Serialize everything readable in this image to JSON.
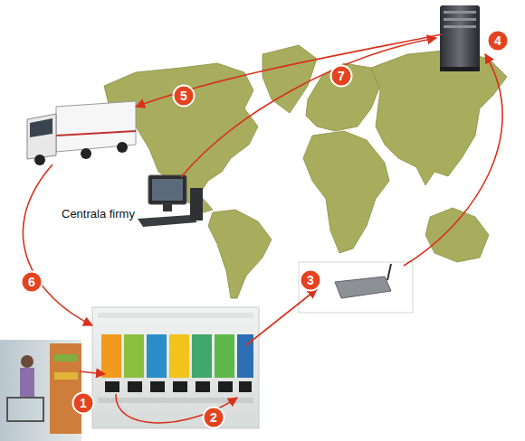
{
  "diagram": {
    "nodes": [
      {
        "text": [
          "1"
        ]
      },
      {
        "text": [
          "2"
        ]
      },
      {
        "text": [
          "3"
        ]
      },
      {
        "text": [
          "4"
        ]
      },
      {
        "text": [
          "5"
        ]
      },
      {
        "text": [
          "6"
        ]
      },
      {
        "text": [
          "7"
        ]
      }
    ],
    "labels": [
      "Centrala firmy"
    ]
  }
}
